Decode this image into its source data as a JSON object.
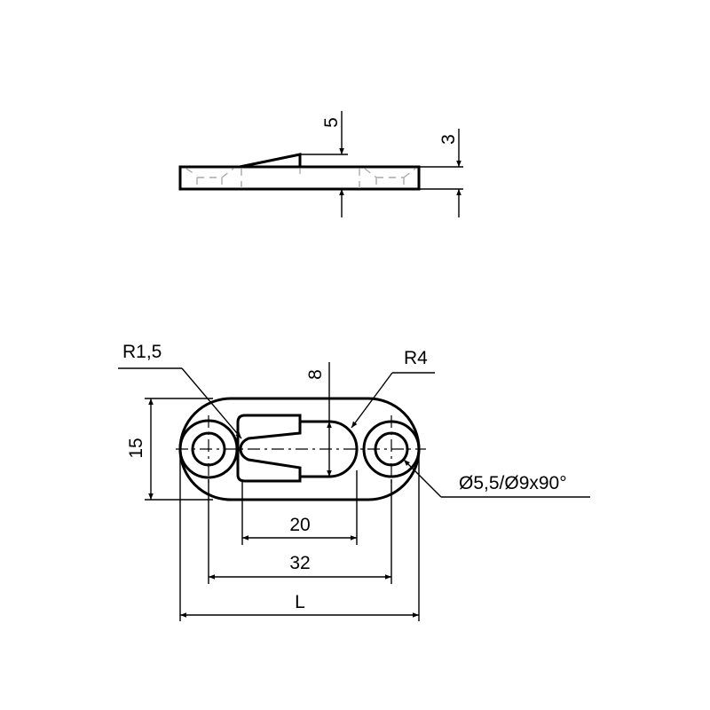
{
  "side_view": {
    "dim_5": "5",
    "dim_3": "3"
  },
  "top_view": {
    "radius_small": "R1,5",
    "radius_large": "R4",
    "dim_slot_width": "8",
    "dim_height": "15",
    "hole_spec": "Ø5,5/Ø9x90°",
    "dim_slot_length": "20",
    "dim_hole_spacing": "32",
    "dim_total_length": "L"
  }
}
